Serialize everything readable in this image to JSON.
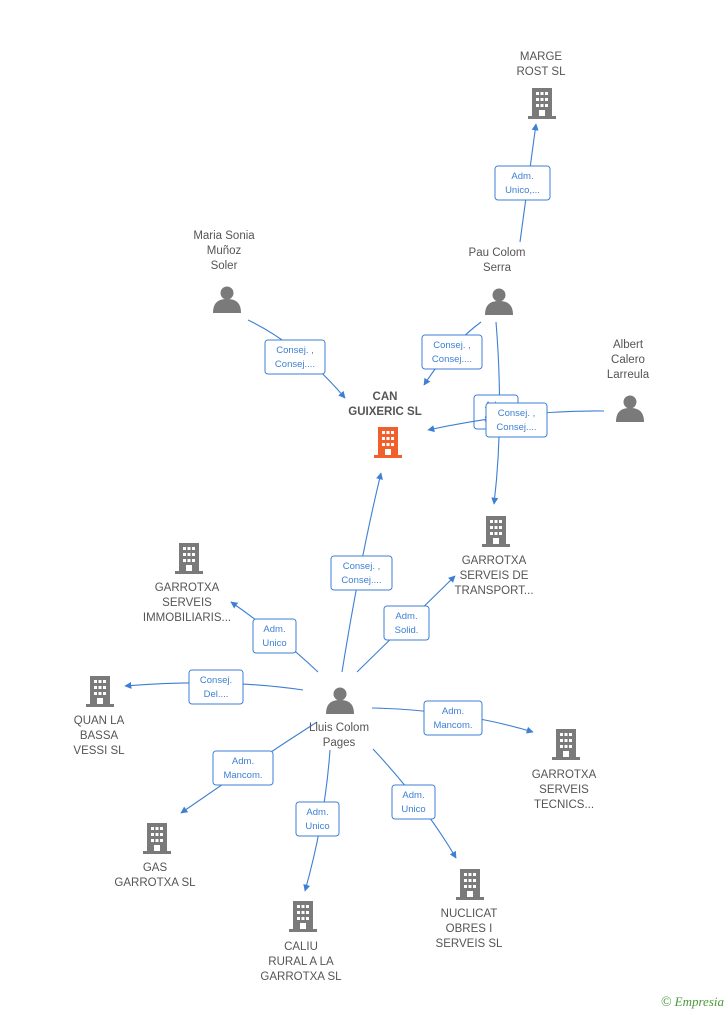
{
  "colors": {
    "edge": "#3d7fd4",
    "company": "#7a7a7a",
    "focus_company": "#f0602c",
    "person": "#7a7a7a",
    "text": "#555555"
  },
  "nodes": [
    {
      "id": "can_guixeric",
      "type": "company",
      "focus": true,
      "lines": [
        "CAN",
        "GUIXERIC  SL"
      ]
    },
    {
      "id": "marge_rost",
      "type": "company",
      "lines": [
        "MARGE",
        "ROST  SL"
      ]
    },
    {
      "id": "pau_colom",
      "type": "person",
      "lines": [
        "Pau Colom",
        "Serra"
      ]
    },
    {
      "id": "maria_sonia",
      "type": "person",
      "lines": [
        "Maria Sonia",
        "Muñoz",
        "Soler"
      ]
    },
    {
      "id": "albert_calero",
      "type": "person",
      "lines": [
        "Albert",
        "Calero",
        "Larreula"
      ]
    },
    {
      "id": "garrotxa_transport",
      "type": "company",
      "lines": [
        "GARROTXA",
        "SERVEIS DE",
        "TRANSPORT..."
      ]
    },
    {
      "id": "garrotxa_immob",
      "type": "company",
      "lines": [
        "GARROTXA",
        "SERVEIS",
        "IMMOBILIARIS..."
      ]
    },
    {
      "id": "quan_la_bassa",
      "type": "company",
      "lines": [
        "QUAN LA",
        "BASSA",
        "VESSI  SL"
      ]
    },
    {
      "id": "lluis_colom",
      "type": "person",
      "lines": [
        "Lluis Colom",
        "Pages"
      ]
    },
    {
      "id": "garrotxa_tecnics",
      "type": "company",
      "lines": [
        "GARROTXA",
        "SERVEIS",
        "TECNICS..."
      ]
    },
    {
      "id": "gas_garrotxa",
      "type": "company",
      "lines": [
        "GAS",
        "GARROTXA  SL"
      ]
    },
    {
      "id": "caliu_rural",
      "type": "company",
      "lines": [
        "CALIU",
        "RURAL A LA",
        "GARROTXA SL"
      ]
    },
    {
      "id": "nuclicat",
      "type": "company",
      "lines": [
        "NUCLICAT",
        "OBRES I",
        "SERVEIS  SL"
      ]
    }
  ],
  "edges": [
    {
      "id": "pau_marge",
      "lines": [
        "Adm.",
        "Unico,..."
      ]
    },
    {
      "id": "maria_can",
      "lines": [
        "Consej. ,",
        "Consej...."
      ]
    },
    {
      "id": "pau_can",
      "lines": [
        "Consej. ,",
        "Consej...."
      ]
    },
    {
      "id": "pau_transport",
      "lines": [
        "Adm.",
        "Solid."
      ]
    },
    {
      "id": "albert_can",
      "lines": [
        "Consej. ,",
        "Consej...."
      ]
    },
    {
      "id": "lluis_can",
      "lines": [
        "Consej. ,",
        "Consej...."
      ]
    },
    {
      "id": "lluis_immob",
      "lines": [
        "Adm.",
        "Unico"
      ]
    },
    {
      "id": "lluis_transport",
      "lines": [
        "Adm.",
        "Solid."
      ]
    },
    {
      "id": "lluis_quan",
      "lines": [
        "Consej.",
        "Del...."
      ]
    },
    {
      "id": "lluis_tecnics",
      "lines": [
        "Adm.",
        "Mancom."
      ]
    },
    {
      "id": "lluis_gas",
      "lines": [
        "Adm.",
        "Mancom."
      ]
    },
    {
      "id": "lluis_caliu",
      "lines": [
        "Adm.",
        "Unico"
      ]
    },
    {
      "id": "lluis_nuclicat",
      "lines": [
        "Adm.",
        "Unico"
      ]
    }
  ],
  "watermark": {
    "symbol": "©",
    "text": "Empresia"
  }
}
